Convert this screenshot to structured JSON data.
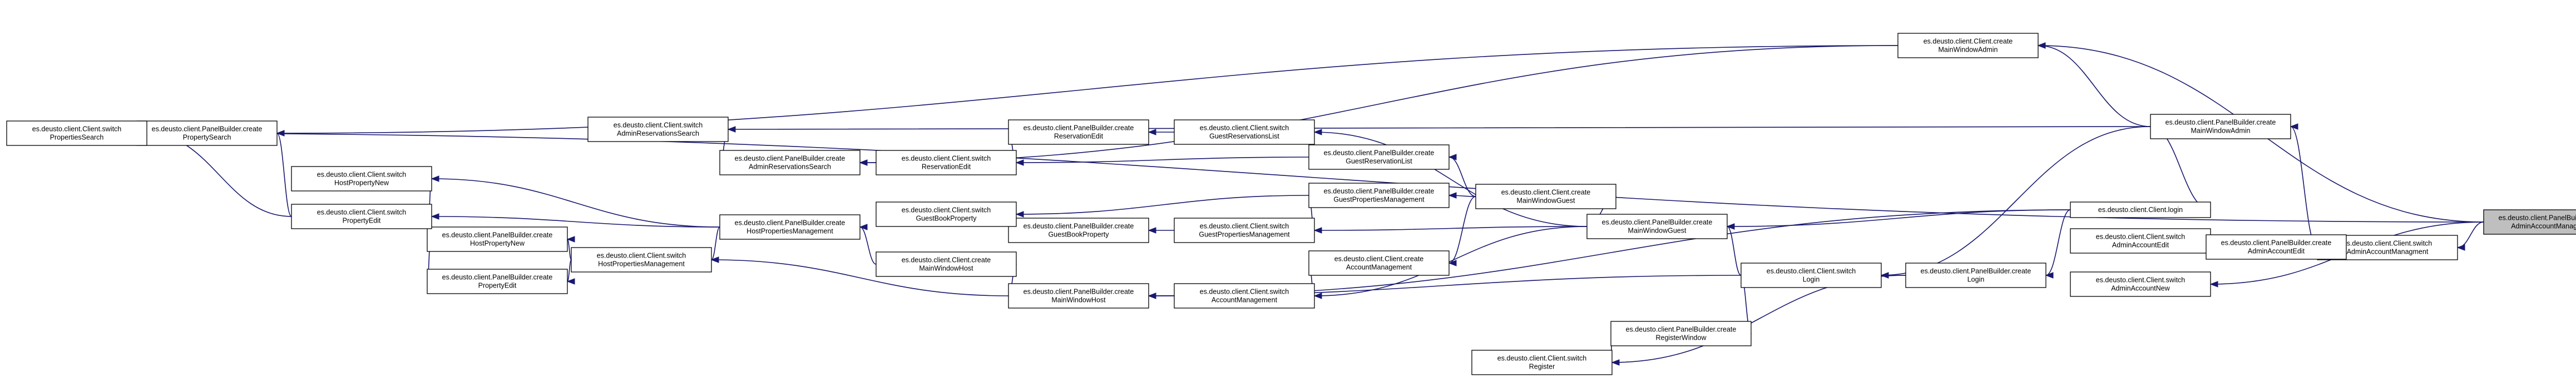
{
  "title": "",
  "nodes": [
    {
      "id": "root",
      "lines": [
        "es.deusto.client.PanelBuilder.create",
        "AdminAccountManagement"
      ],
      "root": true
    },
    {
      "id": "cswAdminAccountManagment",
      "lines": [
        "es.deusto.client.Client.switch",
        "AdminAccountManagment"
      ]
    },
    {
      "id": "pbMainWindowAdmin",
      "lines": [
        "es.deusto.client.PanelBuilder.create",
        "MainWindowAdmin"
      ]
    },
    {
      "id": "ccMainWindowAdmin",
      "lines": [
        "es.deusto.client.Client.create",
        "MainWindowAdmin"
      ]
    },
    {
      "id": "cswAdminAccountEdit",
      "lines": [
        "es.deusto.client.Client.switch",
        "AdminAccountEdit"
      ]
    },
    {
      "id": "pbAdminAccountEdit",
      "lines": [
        "es.deusto.client.PanelBuilder.create",
        "AdminAccountEdit"
      ]
    },
    {
      "id": "cswAdminAccountNew",
      "lines": [
        "es.deusto.client.Client.switch",
        "AdminAccountNew"
      ]
    },
    {
      "id": "ccLogin",
      "lines": [
        "es.deusto.client.Client.login"
      ]
    },
    {
      "id": "pbLogin",
      "lines": [
        "es.deusto.client.PanelBuilder.create",
        "Login"
      ]
    },
    {
      "id": "cswLogin",
      "lines": [
        "es.deusto.client.Client.switch",
        "Login"
      ]
    },
    {
      "id": "pbRegisterWindow",
      "lines": [
        "es.deusto.client.PanelBuilder.create",
        "RegisterWindow"
      ]
    },
    {
      "id": "cswRegister",
      "lines": [
        "es.deusto.client.Client.switch",
        "Register"
      ]
    },
    {
      "id": "pbMainWindowGuest",
      "lines": [
        "es.deusto.client.PanelBuilder.create",
        "MainWindowGuest"
      ]
    },
    {
      "id": "ccMainWindowGuest",
      "lines": [
        "es.deusto.client.Client.create",
        "MainWindowGuest"
      ]
    },
    {
      "id": "pbGuestReservationList",
      "lines": [
        "es.deusto.client.PanelBuilder.create",
        "GuestReservationList"
      ]
    },
    {
      "id": "pbGuestPropertiesManagement",
      "lines": [
        "es.deusto.client.PanelBuilder.create",
        "GuestPropertiesManagement"
      ]
    },
    {
      "id": "ccAccountManagement",
      "lines": [
        "es.deusto.client.Client.create",
        "AccountManagement"
      ]
    },
    {
      "id": "cswGuestReservationsList",
      "lines": [
        "es.deusto.client.Client.switch",
        "GuestReservationsList"
      ]
    },
    {
      "id": "cswGuestPropertiesManagement",
      "lines": [
        "es.deusto.client.Client.switch",
        "GuestPropertiesManagement"
      ]
    },
    {
      "id": "cswAccountManagement",
      "lines": [
        "es.deusto.client.Client.switch",
        "AccountManagement"
      ]
    },
    {
      "id": "pbReservationEdit",
      "lines": [
        "es.deusto.client.PanelBuilder.create",
        "ReservationEdit"
      ]
    },
    {
      "id": "pbGuestBookProperty",
      "lines": [
        "es.deusto.client.PanelBuilder.create",
        "GuestBookProperty"
      ]
    },
    {
      "id": "pbMainWindowHost",
      "lines": [
        "es.deusto.client.PanelBuilder.create",
        "MainWindowHost"
      ]
    },
    {
      "id": "cswReservationEdit",
      "lines": [
        "es.deusto.client.Client.switch",
        "ReservationEdit"
      ]
    },
    {
      "id": "cswGuestBookProperty",
      "lines": [
        "es.deusto.client.Client.switch",
        "GuestBookProperty"
      ]
    },
    {
      "id": "ccMainWindowHost",
      "lines": [
        "es.deusto.client.Client.create",
        "MainWindowHost"
      ]
    },
    {
      "id": "pbAdminReservationsSearch",
      "lines": [
        "es.deusto.client.PanelBuilder.create",
        "AdminReservationsSearch"
      ]
    },
    {
      "id": "pbHostPropertiesManagement",
      "lines": [
        "es.deusto.client.PanelBuilder.create",
        "HostPropertiesManagement"
      ]
    },
    {
      "id": "cswAdminReservationsSearch",
      "lines": [
        "es.deusto.client.Client.switch",
        "AdminReservationsSearch"
      ]
    },
    {
      "id": "cswHostPropertiesManagement",
      "lines": [
        "es.deusto.client.Client.switch",
        "HostPropertiesManagement"
      ]
    },
    {
      "id": "pbHostPropertyNew",
      "lines": [
        "es.deusto.client.PanelBuilder.create",
        "HostPropertyNew"
      ]
    },
    {
      "id": "pbPropertyEdit",
      "lines": [
        "es.deusto.client.PanelBuilder.create",
        "PropertyEdit"
      ]
    },
    {
      "id": "cswHostPropertyNew",
      "lines": [
        "es.deusto.client.Client.switch",
        "HostPropertyNew"
      ]
    },
    {
      "id": "cswPropertyEdit",
      "lines": [
        "es.deusto.client.Client.switch",
        "PropertyEdit"
      ]
    },
    {
      "id": "pbPropertySearch",
      "lines": [
        "es.deusto.client.PanelBuilder.create",
        "PropertySearch"
      ]
    },
    {
      "id": "cswPropertiesSearch",
      "lines": [
        "es.deusto.client.Client.switch",
        "PropertiesSearch"
      ]
    }
  ],
  "edges": [
    {
      "from": "root",
      "to": "cswAdminAccountManagment"
    },
    {
      "from": "cswAdminAccountManagment",
      "to": "pbMainWindowAdmin"
    },
    {
      "from": "cswAdminAccountManagment",
      "to": "pbAdminAccountEdit"
    },
    {
      "from": "pbAdminAccountEdit",
      "to": "cswAdminAccountEdit"
    },
    {
      "from": "root",
      "to": "cswAdminAccountNew"
    },
    {
      "from": "root",
      "to": "ccMainWindowAdmin"
    },
    {
      "from": "root",
      "to": "cswPropertiesSearch"
    },
    {
      "from": "pbMainWindowAdmin",
      "to": "ccMainWindowAdmin"
    },
    {
      "from": "pbMainWindowAdmin",
      "to": "ccLogin"
    },
    {
      "from": "pbMainWindowAdmin",
      "to": "cswLogin"
    },
    {
      "from": "pbMainWindowAdmin",
      "to": "cswAdminReservationsSearch"
    },
    {
      "from": "ccMainWindowAdmin",
      "to": "pbPropertySearch"
    },
    {
      "from": "ccMainWindowAdmin",
      "to": "pbAdminReservationsSearch"
    },
    {
      "from": "ccLogin",
      "to": "pbLogin"
    },
    {
      "from": "ccLogin",
      "to": "pbMainWindowGuest"
    },
    {
      "from": "ccLogin",
      "to": "pbMainWindowHost"
    },
    {
      "from": "pbLogin",
      "to": "cswLogin"
    },
    {
      "from": "pbLogin",
      "to": "cswRegister"
    },
    {
      "from": "cswLogin",
      "to": "pbMainWindowGuest"
    },
    {
      "from": "cswLogin",
      "to": "pbRegisterWindow"
    },
    {
      "from": "cswLogin",
      "to": "pbMainWindowHost"
    },
    {
      "from": "pbRegisterWindow",
      "to": "cswRegister"
    },
    {
      "from": "pbMainWindowGuest",
      "to": "ccMainWindowGuest"
    },
    {
      "from": "pbMainWindowGuest",
      "to": "cswGuestReservationsList"
    },
    {
      "from": "pbMainWindowGuest",
      "to": "cswGuestPropertiesManagement"
    },
    {
      "from": "pbMainWindowGuest",
      "to": "cswAccountManagement"
    },
    {
      "from": "ccMainWindowGuest",
      "to": "pbGuestReservationList"
    },
    {
      "from": "ccMainWindowGuest",
      "to": "pbGuestPropertiesManagement"
    },
    {
      "from": "ccMainWindowGuest",
      "to": "ccAccountManagement"
    },
    {
      "from": "pbGuestReservationList",
      "to": "cswGuestReservationsList"
    },
    {
      "from": "pbGuestReservationList",
      "to": "cswReservationEdit"
    },
    {
      "from": "pbGuestPropertiesManagement",
      "to": "cswGuestPropertiesManagement"
    },
    {
      "from": "pbGuestPropertiesManagement",
      "to": "cswGuestBookProperty"
    },
    {
      "from": "ccAccountManagement",
      "to": "cswAccountManagement"
    },
    {
      "from": "cswGuestReservationsList",
      "to": "pbReservationEdit"
    },
    {
      "from": "cswGuestPropertiesManagement",
      "to": "pbGuestBookProperty"
    },
    {
      "from": "cswAccountManagement",
      "to": "pbMainWindowHost"
    },
    {
      "from": "pbReservationEdit",
      "to": "cswReservationEdit"
    },
    {
      "from": "pbGuestBookProperty",
      "to": "cswGuestBookProperty"
    },
    {
      "from": "pbMainWindowHost",
      "to": "ccMainWindowHost"
    },
    {
      "from": "pbMainWindowHost",
      "to": "cswHostPropertiesManagement"
    },
    {
      "from": "cswReservationEdit",
      "to": "pbAdminReservationsSearch"
    },
    {
      "from": "ccMainWindowHost",
      "to": "pbHostPropertiesManagement"
    },
    {
      "from": "pbAdminReservationsSearch",
      "to": "cswAdminReservationsSearch"
    },
    {
      "from": "pbHostPropertiesManagement",
      "to": "cswHostPropertiesManagement"
    },
    {
      "from": "pbHostPropertiesManagement",
      "to": "cswHostPropertyNew"
    },
    {
      "from": "pbHostPropertiesManagement",
      "to": "cswPropertyEdit"
    },
    {
      "from": "cswHostPropertiesManagement",
      "to": "pbHostPropertyNew"
    },
    {
      "from": "cswHostPropertiesManagement",
      "to": "pbPropertyEdit"
    },
    {
      "from": "pbHostPropertyNew",
      "to": "cswHostPropertyNew"
    },
    {
      "from": "pbPropertyEdit",
      "to": "cswPropertyEdit"
    },
    {
      "from": "cswPropertyEdit",
      "to": "pbPropertySearch"
    },
    {
      "from": "cswPropertyEdit",
      "to": "cswPropertiesSearch"
    },
    {
      "from": "pbPropertySearch",
      "to": "cswPropertiesSearch"
    }
  ]
}
